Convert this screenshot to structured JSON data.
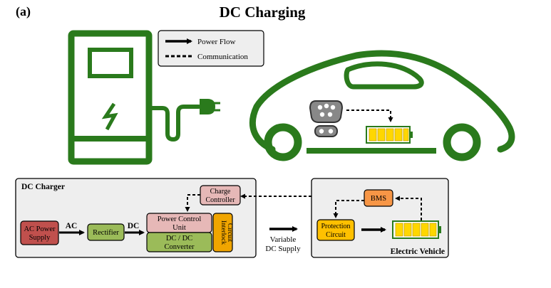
{
  "panel_label": "(a)",
  "title": "DC Charging",
  "legend": {
    "power_flow": "Power Flow",
    "communication": "Communication"
  },
  "charger": {
    "title": "DC Charger",
    "ac_supply": [
      "AC Power",
      "Supply"
    ],
    "ac_label": "AC",
    "rectifier": "Rectifier",
    "dc_label": "DC",
    "power_control_unit": [
      "Power Control",
      "Unit"
    ],
    "dcdc_converter": [
      "DC / DC",
      "Converter"
    ],
    "charge_controller": [
      "Charge",
      "Controller"
    ],
    "interlock_circuit": [
      "Interlock",
      "Circuit"
    ]
  },
  "supply_link": [
    "Variable",
    "DC Supply"
  ],
  "vehicle": {
    "title": "Electric Vehicle",
    "bms": "BMS",
    "protection_circuit": [
      "Protection",
      "Circuit"
    ]
  },
  "colors": {
    "green": "#2a7a1c",
    "ac_supply": "#c0504d",
    "block_green": "#9bbb59",
    "control_pink": "#e6b8b7",
    "interlock_orange": "#f0a500",
    "bms_orange": "#f79646",
    "protection_yellow": "#ffc000",
    "panel_gray": "#eeeeee",
    "cell_yellow": "#ffd700"
  }
}
